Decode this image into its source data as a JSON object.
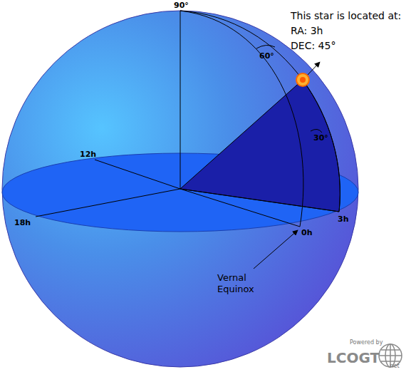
{
  "diagram": {
    "labels": [
      "90°",
      "60°",
      "30°",
      "12h",
      "18h",
      "0h",
      "3h",
      "This star is located at:",
      "RA: 3h",
      "DEC: 45°",
      "Vernal Equinox",
      "Powered by",
      "LCOGT",
      ".net"
    ]
  }
}
